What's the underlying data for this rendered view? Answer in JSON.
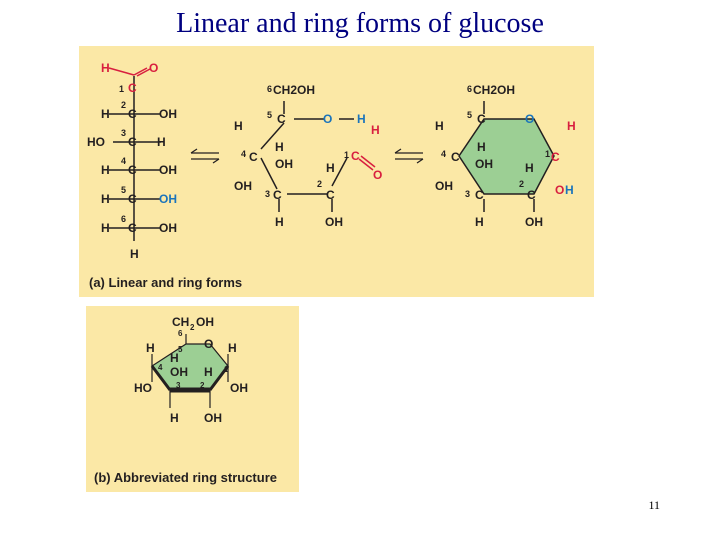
{
  "slide": {
    "title": "Linear and ring forms of glucose",
    "page_number": "11"
  },
  "panel_a": {
    "caption": "(a) Linear and ring forms"
  },
  "panel_b": {
    "caption": "(b) Abbreviated ring structure"
  },
  "labels": {
    "H": "H",
    "O": "O",
    "C": "C",
    "OH": "OH",
    "HO": "HO",
    "CH2OH": "CH2OH",
    "CH2": "CH",
    "sub2": "2",
    "n1": "1",
    "n2": "2",
    "n3": "3",
    "n4": "4",
    "n5": "5",
    "n6": "6"
  },
  "colors": {
    "panel_bg": "#fbe8a6",
    "ring_fill": "#9ccf94",
    "highlight_red": "#d81f3f",
    "highlight_blue": "#1a74bb",
    "title": "#000080"
  }
}
